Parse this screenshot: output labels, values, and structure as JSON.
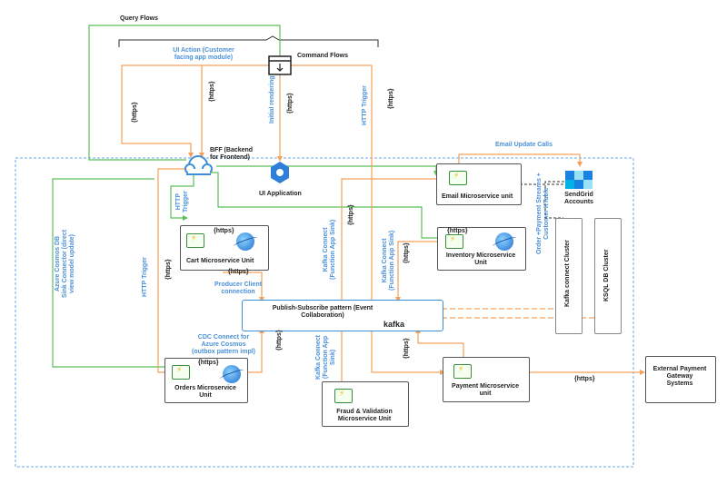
{
  "labels": {
    "query_flows": "Query Flows",
    "command_flows": "Command Flows",
    "ui_action": "UI Action (Customer\nfacing app module)",
    "bff": "BFF (Backend\nfor Frontend)",
    "ui_application": "UI Application",
    "email_update_calls": "Email Update Calls",
    "sendgrid": "SendGrid\nAccounts",
    "http_trigger_left": "HTTP Trigger",
    "http_trigger_top": "HTTP Trigger",
    "http_trigger_bff": "HTTP\nTrigger",
    "initial_rendering": "Initial rendering",
    "https": "{https}",
    "cosmos_sink": "Azure Cosmos DB\nSink Connector (direct\nview model update)",
    "kafka_connect_func_sink": "Kafka Connect\n(Function App Sink)",
    "kafka_connect_func_sink2": "Kafka Connect\n(Function App Sink)",
    "kafka_connect_fraud": "Kafka Connect\n(Function App\nSink)",
    "order_streams": "Order +Payment Streams +\nCustomer KTable",
    "producer_client": "Producer Client\nconnection",
    "cdc_connect": "CDC Connect for\nAzure Cosmos\n(outbox pattern impl)",
    "pubsub": "Publish-Subscribe pattern (Event\nCollaboration)",
    "kafka": "kafka",
    "kafka_connect_cluster": "Kafka connect Cluster",
    "ksql_cluster": "KSQL DB Cluster",
    "email_unit": "Email Microservice unit",
    "cart_unit": "Cart Microservice Unit",
    "inventory_unit": "Inventory Microservice\nUnit",
    "orders_unit": "Orders Microservice\nUnit",
    "fraud_unit": "Fraud & Validation\nMicroservice Unit",
    "payment_unit": "Payment Microservice\nunit",
    "external_payment": "External Payment\nGateway\nSystems"
  },
  "colors": {
    "orange": "#f5a05a",
    "green": "#5cbf5c",
    "blue_text": "#4a90d9",
    "dashed_blue": "#6aa8e8"
  }
}
